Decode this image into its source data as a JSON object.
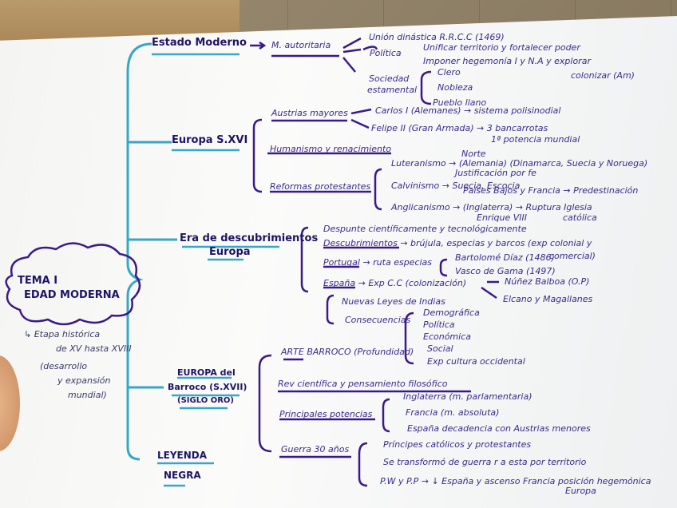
{
  "cloud": {
    "line1": "TEMA I",
    "line2": "EDAD MODERNA"
  },
  "intro": [
    "↳ Etapa histórica",
    "de XV hasta XVIII",
    "(desarrollo",
    "y expansión",
    "mundial)"
  ],
  "estado": {
    "title": "Estado Moderno",
    "m": "M. autoritaria",
    "union": "Unión dinástica R.R.C.C (1469)",
    "politica": "Política",
    "p1": "Unificar territorio y fortalecer poder",
    "p2": "Imponer hegemonía I y N.A y explorar",
    "p3": "colonizar (Am)",
    "sociedad1": "Sociedad",
    "sociedad2": "estamental",
    "s1": "Clero",
    "s2": "Nobleza",
    "s3": "Pueblo llano"
  },
  "europa": {
    "title": "Europa S.XVI",
    "austrias": "Austrias mayores",
    "carlos": "Carlos I (Alemanes) → sistema polisinodial",
    "felipe": "Felipe II (Gran Armada) → 3 bancarrotas",
    "felipe2": "1ª potencia mundial",
    "humanismo": "Humanismo y renacimiento",
    "reformas": "Reformas protestantes",
    "luter_norte": "Norte",
    "luteranismo": "Luteranismo → (Alemania) (Dinamarca, Suecia y Noruega)",
    "luter2": "Justificación por fe",
    "calvinismo": "Calvinismo → Suecia, Escocia",
    "calv2": "Países Bajos y Francia → Predestinación",
    "angl": "Anglicanismo → (Inglaterra) → Ruptura Iglesia",
    "angl2": "Enrique VIII",
    "angl3": "católica"
  },
  "era": {
    "title1": "Era de descubrimientos",
    "title2": "Europa",
    "e1": "Despunte científicamente y tecnológicamente",
    "e2": "Descubrimientos → brújula, especias y barcos (exp colonial y",
    "e2b": "comercial)",
    "e3": "Portugal → ruta especias",
    "e3a": "Bartolomé Díaz (1486)",
    "e3b": "Vasco de Gama (1497)",
    "e4": "España → Exp C.C (colonización)",
    "e4a": "Núñez Balboa (O.P)",
    "e4b": "Elcano y Magallanes",
    "leyes": "Nuevas Leyes de Indias",
    "cons": "Consecuencias",
    "c1": "Demográfica",
    "c2": "Política",
    "c3": "Económica",
    "c4": "Social",
    "c5": "Exp cultura occidental"
  },
  "barroco": {
    "t1": "EUROPA del",
    "t2": "Barroco (S.XVII)",
    "t3": "(SIGLO ORO)",
    "arte": "ARTE BARROCO (Profundidad)",
    "rev": "Rev científica y pensamiento filosófico",
    "prin": "Principales potencias",
    "pp1": "Inglaterra (m. parlamentaria)",
    "pp2": "Francia (m. absoluta)",
    "pp3": "España decadencia con Austrias menores",
    "guerra": "Guerra 30 años",
    "g1": "Príncipes católicos y protestantes",
    "g2": "Se transformó de guerra r a esta por territorio",
    "g3": "P.W y P.P → ↓ España y ascenso Francia posición hegemónica",
    "g4": "Europa"
  },
  "leyenda": {
    "l1": "LEYENDA",
    "l2": "NEGRA"
  },
  "colors": {
    "teal": "#3aa6c6",
    "purple": "#3a1a8a",
    "ink": "#1e1466"
  }
}
